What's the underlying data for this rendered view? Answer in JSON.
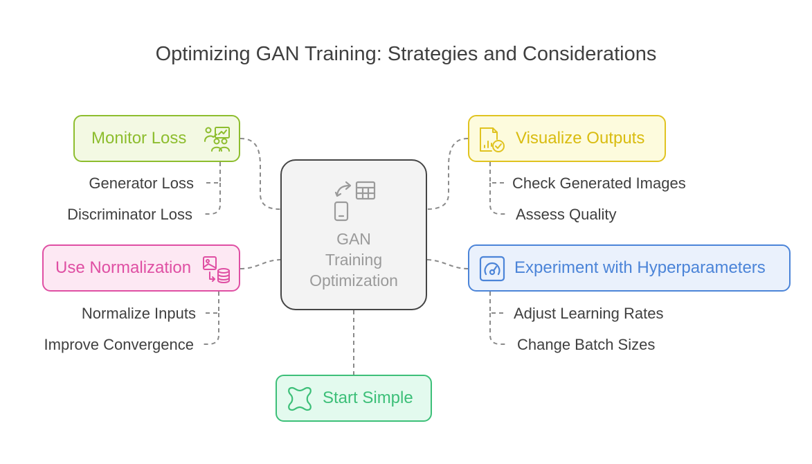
{
  "title": "Optimizing GAN Training: Strategies and Considerations",
  "center": {
    "lines": [
      "GAN",
      "Training",
      "Optimization"
    ],
    "icon": "devices-table-icon"
  },
  "nodes": {
    "monitor_loss": {
      "label": "Monitor Loss",
      "color": "#8dbd2e",
      "fill": "#f3f9e3",
      "icon": "people-chart-icon",
      "subs": [
        "Generator Loss",
        "Discriminator Loss"
      ]
    },
    "visualize_outputs": {
      "label": "Visualize Outputs",
      "color": "#e0c320",
      "fill": "#fdfbdd",
      "icon": "report-check-icon",
      "subs": [
        "Check Generated Images",
        "Assess Quality"
      ]
    },
    "use_normalization": {
      "label": "Use Normalization",
      "color": "#df4fa3",
      "fill": "#fde8f3",
      "icon": "image-database-icon",
      "subs": [
        "Normalize Inputs",
        "Improve Convergence"
      ]
    },
    "experiment_hyperparameters": {
      "label": "Experiment with Hyperparameters",
      "color": "#4b84d8",
      "fill": "#eaf1fc",
      "icon": "gauge-icon",
      "subs": [
        "Adjust Learning Rates",
        "Change Batch Sizes"
      ]
    },
    "start_simple": {
      "label": "Start Simple",
      "color": "#3cbf78",
      "fill": "#e3faee",
      "icon": "kite-shape-icon"
    }
  }
}
